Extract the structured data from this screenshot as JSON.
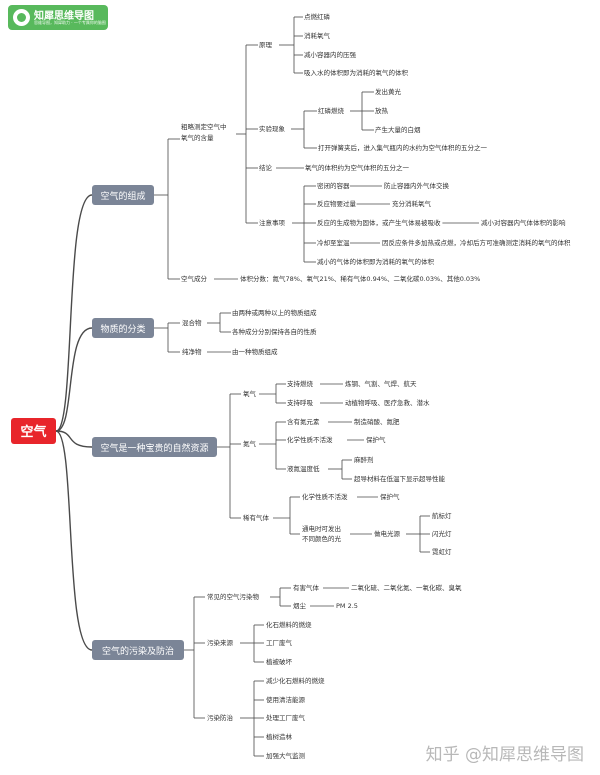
{
  "badge": {
    "title": "知犀思维导图",
    "subtitle": "思维导图，知犀助力 · 一个专属你的脑图"
  },
  "watermark": "知乎 @知犀思维导图",
  "colors": {
    "root": "#e8252b",
    "branch": "#7b8597",
    "line": "#4a4a4a",
    "text": "#333333",
    "badge": "#58b95c"
  },
  "mindmap": {
    "root": "空气",
    "branches": [
      {
        "label": "空气的组成",
        "children": [
          {
            "label": "粗略测定空气中氧气的含量",
            "children": [
              {
                "label": "原理",
                "children": [
                  {
                    "label": "点燃红磷"
                  },
                  {
                    "label": "消耗氧气"
                  },
                  {
                    "label": "减小容器内的压强"
                  },
                  {
                    "label": "吸入水的体积即为消耗的氧气的体积"
                  }
                ]
              },
              {
                "label": "实验现象",
                "children": [
                  {
                    "label": "红磷燃烧",
                    "children": [
                      {
                        "label": "发出黄光"
                      },
                      {
                        "label": "放热"
                      },
                      {
                        "label": "产生大量的白烟"
                      }
                    ]
                  },
                  {
                    "label": "打开弹簧夹后，进入集气瓶内的水约为空气体积的五分之一"
                  }
                ]
              },
              {
                "label": "结论",
                "children": [
                  {
                    "label": "氧气的体积约为空气体积的五分之一"
                  }
                ]
              },
              {
                "label": "注意事项",
                "children": [
                  {
                    "label": "密闭的容器",
                    "children": [
                      {
                        "label": "防止容器内外气体交换"
                      }
                    ]
                  },
                  {
                    "label": "反应物要过量",
                    "children": [
                      {
                        "label": "充分消耗氧气"
                      }
                    ]
                  },
                  {
                    "label": "反应的生成物为固体，或产生气体易被吸收",
                    "children": [
                      {
                        "label": "减小对容器内气体体积的影响"
                      }
                    ]
                  },
                  {
                    "label": "冷却至室温",
                    "children": [
                      {
                        "label": "因反应条件多加热或点燃，冷却后方可准确测定消耗的氧气的体积"
                      }
                    ]
                  },
                  {
                    "label": "减小的气体的体积即为消耗的氧气的体积"
                  }
                ]
              }
            ]
          },
          {
            "label": "空气成分",
            "children": [
              {
                "label": "体积分数：氮气78%、氧气21%、稀有气体0.94%、二氧化碳0.03%、其他0.03%"
              }
            ]
          }
        ]
      },
      {
        "label": "物质的分类",
        "children": [
          {
            "label": "混合物",
            "children": [
              {
                "label": "由两种或两种以上的物质组成"
              },
              {
                "label": "各种成分分别保持各自的性质"
              }
            ]
          },
          {
            "label": "纯净物",
            "children": [
              {
                "label": "由一种物质组成"
              }
            ]
          }
        ]
      },
      {
        "label": "空气是一种宝贵的自然资源",
        "children": [
          {
            "label": "氧气",
            "children": [
              {
                "label": "支持燃烧",
                "children": [
                  {
                    "label": "炼钢、气割、气焊、航天"
                  }
                ]
              },
              {
                "label": "支持呼吸",
                "children": [
                  {
                    "label": "动植物呼吸、医疗急救、潜水"
                  }
                ]
              }
            ]
          },
          {
            "label": "氮气",
            "children": [
              {
                "label": "含有氮元素",
                "children": [
                  {
                    "label": "制造硝酸、氮肥"
                  }
                ]
              },
              {
                "label": "化学性质不活泼",
                "children": [
                  {
                    "label": "保护气"
                  }
                ]
              },
              {
                "label": "液氮温度低",
                "children": [
                  {
                    "label": "麻醉剂"
                  },
                  {
                    "label": "超导材料在低温下显示超导性能"
                  }
                ]
              }
            ]
          },
          {
            "label": "稀有气体",
            "children": [
              {
                "label": "化学性质不活泼",
                "children": [
                  {
                    "label": "保护气"
                  }
                ]
              },
              {
                "label": "通电时可发出不同颜色的光",
                "children": [
                  {
                    "label": "做电光源",
                    "children": [
                      {
                        "label": "航标灯"
                      },
                      {
                        "label": "闪光灯"
                      },
                      {
                        "label": "霓虹灯"
                      }
                    ]
                  }
                ]
              }
            ]
          }
        ]
      },
      {
        "label": "空气的污染及防治",
        "children": [
          {
            "label": "常见的空气污染物",
            "children": [
              {
                "label": "有害气体",
                "children": [
                  {
                    "label": "二氧化硫、二氧化氮、一氧化碳、臭氧"
                  }
                ]
              },
              {
                "label": "烟尘",
                "children": [
                  {
                    "label": "PM 2.5"
                  }
                ]
              }
            ]
          },
          {
            "label": "污染来源",
            "children": [
              {
                "label": "化石燃料的燃烧"
              },
              {
                "label": "工厂废气"
              },
              {
                "label": "植被破坏"
              }
            ]
          },
          {
            "label": "污染防治",
            "children": [
              {
                "label": "减少化石燃料的燃烧"
              },
              {
                "label": "使用清洁能源"
              },
              {
                "label": "处理工厂废气"
              },
              {
                "label": "植树造林"
              },
              {
                "label": "加强大气监测"
              }
            ]
          }
        ]
      }
    ]
  }
}
